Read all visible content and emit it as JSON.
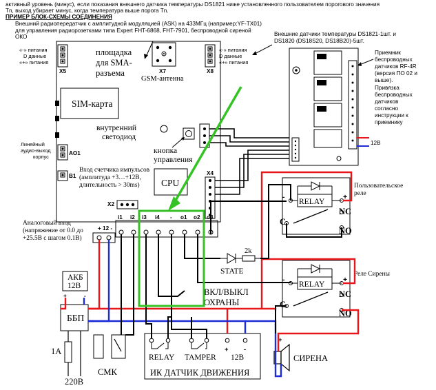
{
  "header": {
    "line1": "активный уровень (минус), если показания внешнего датчика температуры DS1821 ниже установленного пользователем порогового значения",
    "line2": "Tn, выход убирает минус, когда температура выше порога Tn.",
    "title": "ПРИМЕР БЛОК-СХЕМЫ СОЕДИНЕНИЯ"
  },
  "notes": {
    "radio_line1": "Внешний радиопередатчик с амплитудной модуляцией (ASK) на 433МГц (например:YF-TX01)",
    "radio_line2": "для управления радиорозетками типа Expert FHT-6868, FHT-7901,  беспроводной сиреной",
    "radio_line3": "ОКО",
    "temp_line1": "Внешние датчики температуры DS1821-1шт. и",
    "temp_line2": "DS1820 (DS18S20, DS18B20)-5шт."
  },
  "board": {
    "x5_minus": "«-» питания",
    "x5_data": "D данные",
    "x5_plus": "«+» питания",
    "x5": "X5",
    "x8_minus": "«-» питания",
    "x8_data": "D данные",
    "x8_plus": "«+» питания",
    "x8": "X8",
    "sma_1": "площадка",
    "sma_2": "для SMA-",
    "sma_3": "разъема",
    "x7": "X7",
    "gsm": "GSM-антенна",
    "sim": "SIM-карта",
    "led_1": "внутренний",
    "led_2": "светодиод",
    "btn_1": "кнопка",
    "btn_2": "управления",
    "audio_1": "Линейный",
    "audio_2": "аудио-выход",
    "audio_3": "корпус",
    "ao1": "AO1",
    "b1": "B1",
    "pulse_1": "Вход счетчика импульсов",
    "pulse_2": "(амплитуда +3…+12В,",
    "pulse_3": "длительность  > 30ms)",
    "cpu": "CPU",
    "x4": "X4",
    "x2": "X2",
    "analog_1": "Аналоговый вход",
    "analog_2": "(напряжение от 0.0 до",
    "analog_3": "+25.5В с шагом 0.1В)",
    "plus12": "+ 12 -",
    "pins": [
      "i1",
      "i2",
      "i3",
      "i4",
      "-",
      "o1",
      "o2",
      "o3"
    ]
  },
  "receiver": {
    "line1": "Приемник",
    "line2": "беспроводных",
    "line3": "датчиков RF-4R",
    "line4": "(версия ПО 02 и",
    "line5": "выше).",
    "line6": "Привязка",
    "line7": "беспроводных",
    "line8": "датчиков",
    "line9": "согласно",
    "line10": "инструкции к",
    "line11": "приемнику",
    "volt": "12В"
  },
  "relays": {
    "user_1": "Пользовательское",
    "user_2": "реле",
    "siren_label": "Реле Сирены",
    "relay": "RELAY",
    "nc": "NC",
    "no": "NO",
    "c": "C",
    "minus": "-",
    "plus": "+"
  },
  "lower": {
    "state": "STATE",
    "r2k": "2k",
    "arm_1": "ВКЛ/ВЫКЛ",
    "arm_2": "ОХРАНЫ",
    "akb_1": "АКБ",
    "akb_2": "12В",
    "bbp": "ББП",
    "fuse": "1А",
    "mains": "220В",
    "smk": "СМК",
    "pir_relay": "RELAY",
    "pir_tamper": "TAMPER",
    "pir_12": "12В",
    "pir_title": "ИК ДАТЧИК ДВИЖЕНИЯ",
    "siren": "СИРЕНА",
    "plus": "+",
    "minus": "-"
  },
  "colors": {
    "red": "#e8151b",
    "blue": "#1c2bd6",
    "green": "#34c224",
    "black": "#000000"
  }
}
